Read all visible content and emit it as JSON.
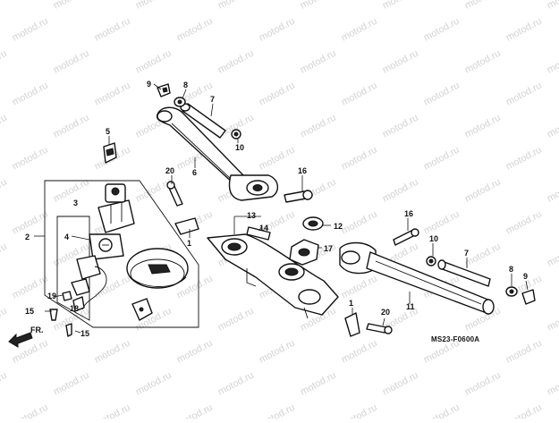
{
  "watermark": "motod.ru",
  "diagram_code": "MS23-F0600A",
  "front_label": "FR.",
  "callouts": {
    "c9_top": "9",
    "c8_top": "8",
    "c7_top": "7",
    "c10_top": "10",
    "c5": "5",
    "c6": "6",
    "c20_top": "20",
    "c16_top": "16",
    "c3": "3",
    "c2": "2",
    "c4": "4",
    "c13": "13",
    "c14": "14",
    "c12": "12",
    "c17": "17",
    "c1_top": "1",
    "c16_right": "16",
    "c10_right": "10",
    "c7_right": "7",
    "c8_right": "8",
    "c9_right": "9",
    "c11": "11",
    "c19": "19",
    "c18": "18",
    "c15_left": "15",
    "c15_bottom": "15",
    "c1_bottom": "1",
    "c20_bottom": "20"
  }
}
